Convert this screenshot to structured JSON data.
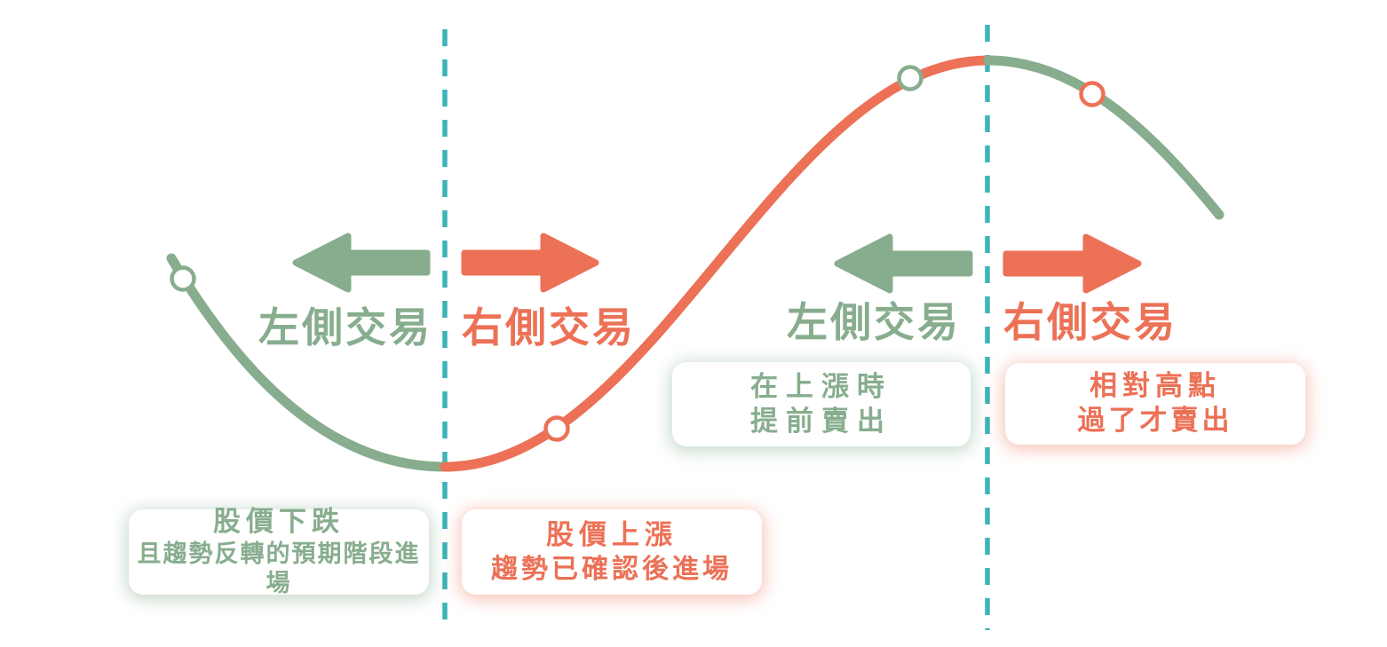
{
  "colors": {
    "green": "#87ad8e",
    "red": "#ec7156",
    "teal": "#3bb4ba"
  },
  "labels": {
    "left_side": "左側交易",
    "right_side": "右側交易"
  },
  "boxes": {
    "left_entry": {
      "line1": "股價下跌",
      "line2": "且趨勢反轉的預期階段進場"
    },
    "right_entry": {
      "line1": "股價上漲",
      "line2": "趨勢已確認後進場"
    },
    "left_exit": {
      "line1": "在上漲時",
      "line2": "提前賣出"
    },
    "right_exit": {
      "line1": "相對高點",
      "line2": "過了才賣出"
    }
  }
}
